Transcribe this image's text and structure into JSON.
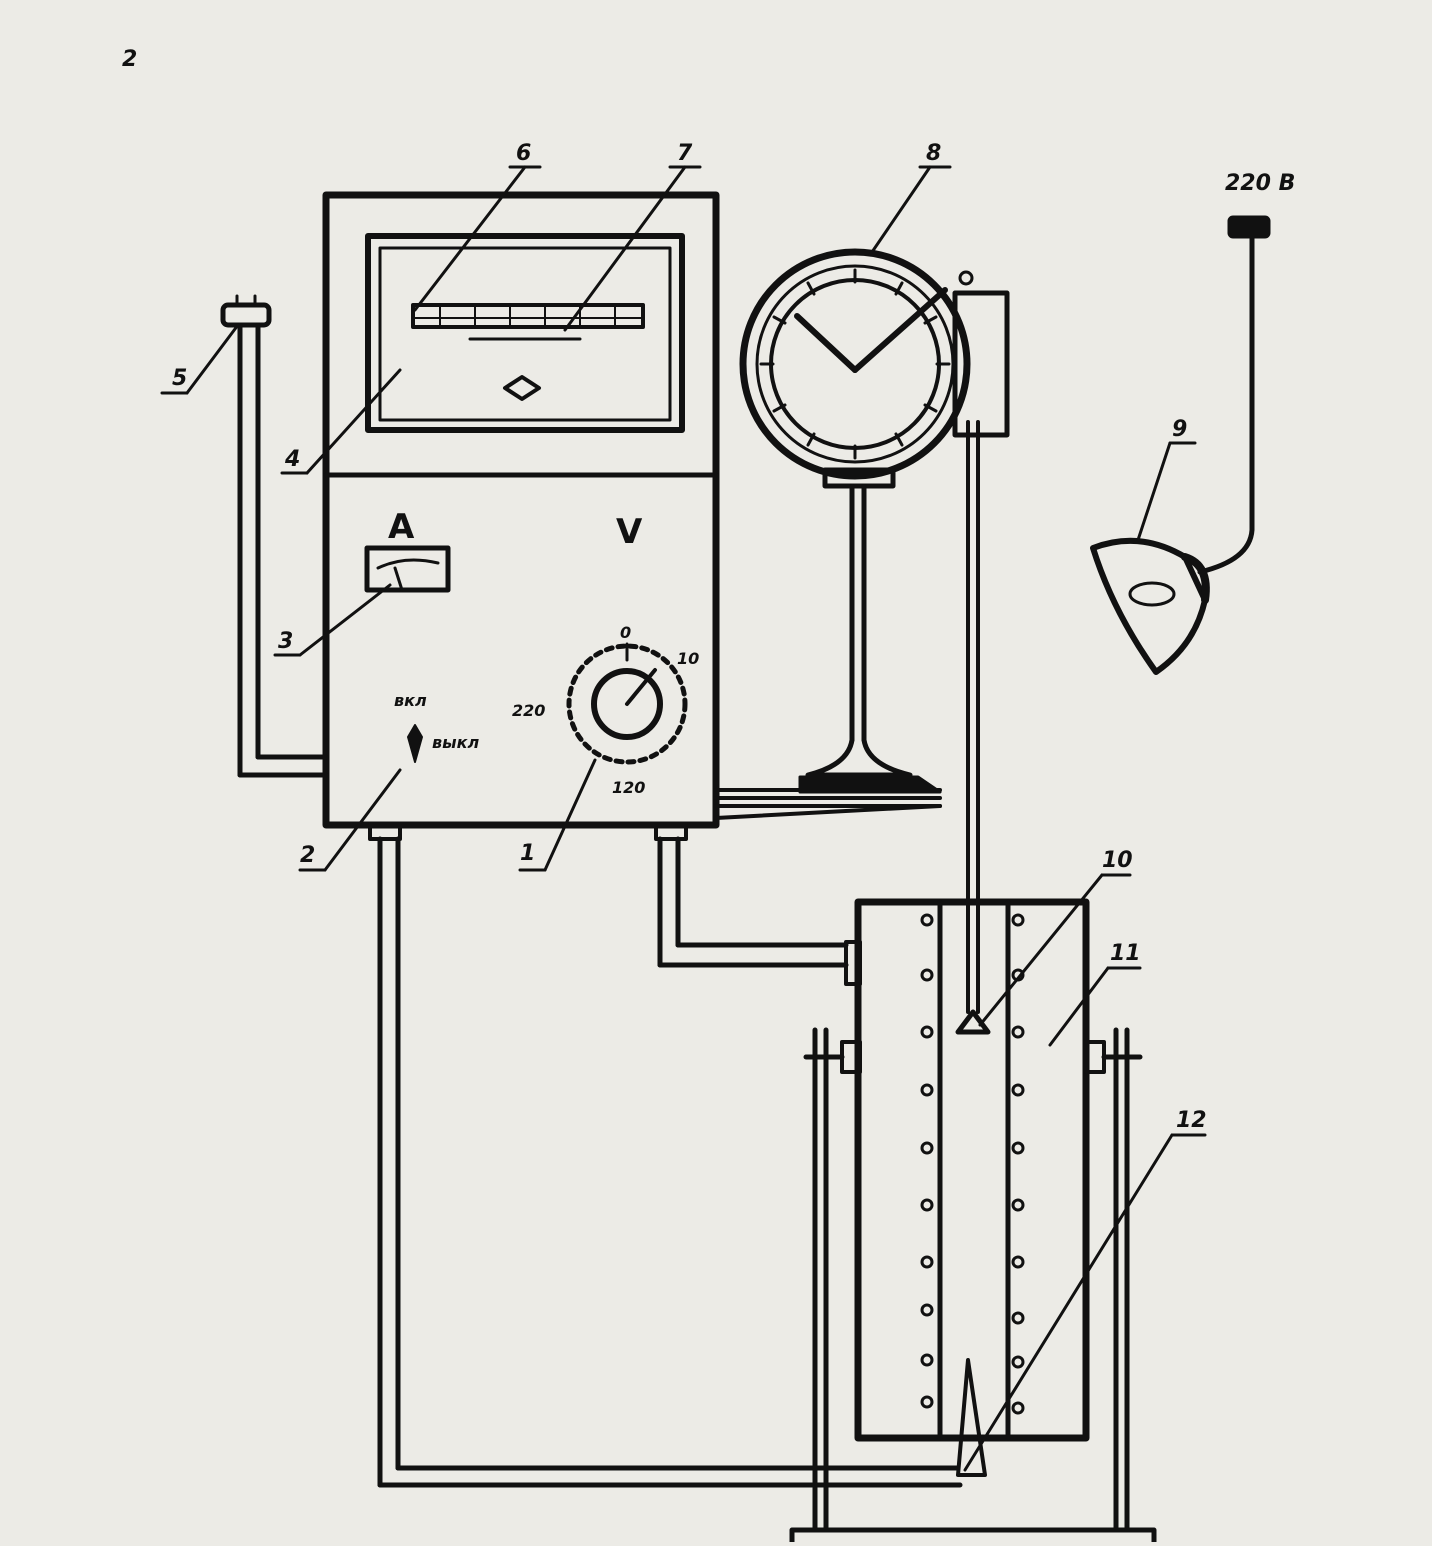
{
  "diagram": {
    "corner_mark": "2",
    "callouts": {
      "l1": "1",
      "l2": "2",
      "l3": "3",
      "l4": "4",
      "l5": "5",
      "l6": "6",
      "l7": "7",
      "l8": "8",
      "l9": "9",
      "l10": "10",
      "l11": "11",
      "l12": "12"
    },
    "panel": {
      "ammeter_symbol": "A",
      "voltmeter_symbol": "V",
      "switch_label_on": "вкл",
      "switch_label_off": "выкл",
      "dial_ticks": {
        "top": "0",
        "right": "10",
        "left": "220",
        "bottom": "120"
      }
    },
    "power_supply_label": "220 В"
  }
}
